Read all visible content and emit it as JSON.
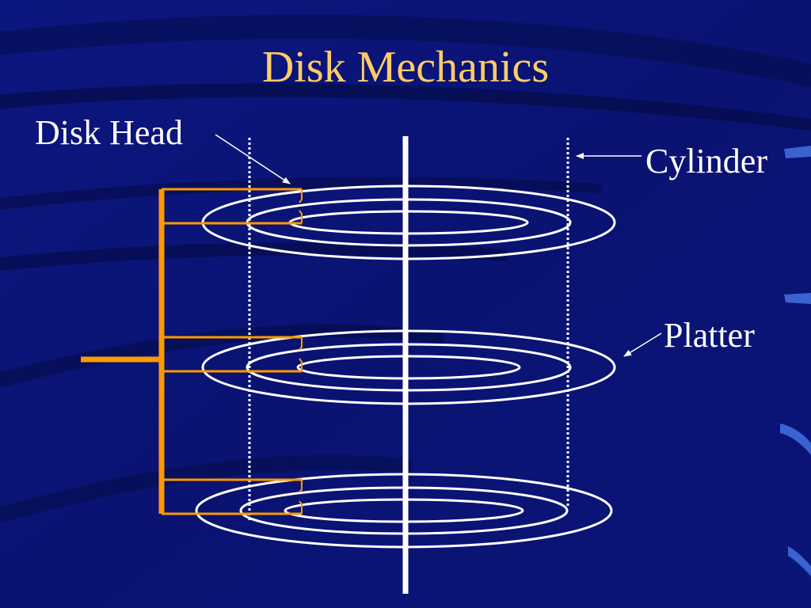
{
  "slide": {
    "title": "Disk Mechanics",
    "labels": {
      "disk_head": "Disk Head",
      "cylinder": "Cylinder",
      "platter": "Platter"
    }
  },
  "colors": {
    "background": "#0a1370",
    "title": "#ffcc66",
    "text": "#ffffff",
    "arm": "#ff9900",
    "platter_lines": "#ffffff"
  },
  "diagram": {
    "platter_count": 3,
    "rings_per_platter": 3
  }
}
